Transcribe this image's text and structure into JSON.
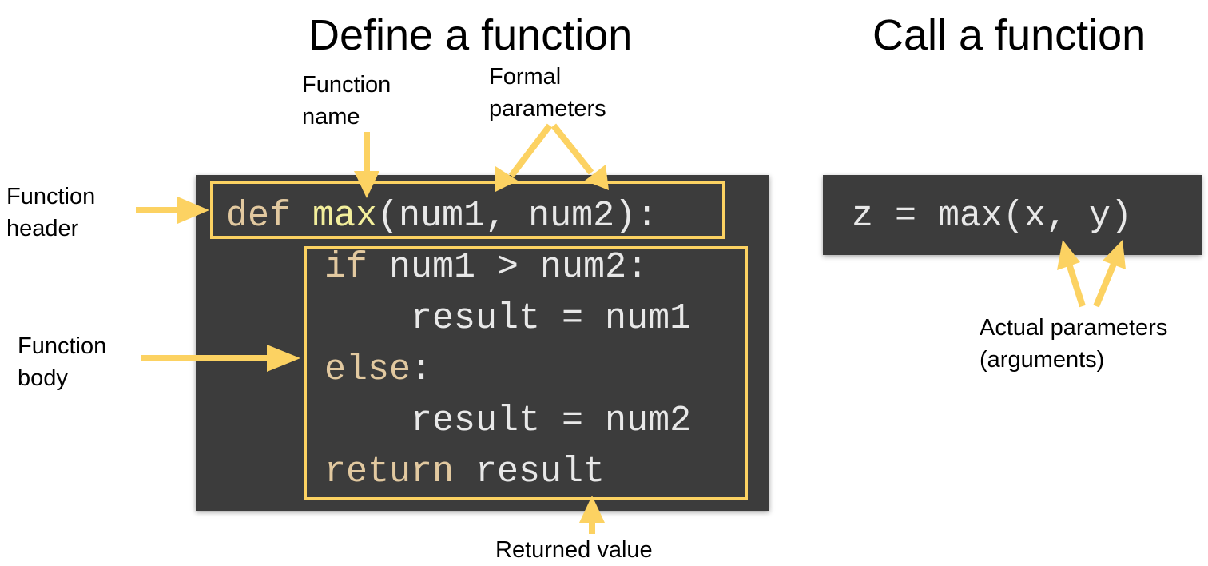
{
  "titles": {
    "define": "Define a function",
    "call": "Call a function"
  },
  "labels": {
    "function_name": [
      "Function",
      "name"
    ],
    "formal_parameters": [
      "Formal",
      "parameters"
    ],
    "function_header": [
      "Function",
      "header"
    ],
    "function_body": [
      "Function",
      "body"
    ],
    "returned_value": "Returned value",
    "actual_parameters": [
      "Actual parameters",
      "(arguments)"
    ]
  },
  "code": {
    "header": {
      "def": "def",
      "name": "max",
      "params": "(num1, num2):"
    },
    "body": {
      "if_kw": "if",
      "if_rest": " num1 > num2:",
      "assign1": "    result = num1",
      "else_kw": "else",
      "else_colon": ":",
      "assign2": "    result = num2",
      "return_kw": "return",
      "return_rest": " result"
    },
    "call": "z = max(x, y)"
  },
  "colors": {
    "highlight": "#fcd262",
    "panel": "#3c3c3c",
    "keyword": "#e2c9a0",
    "function_name": "#f3ef9c",
    "code_text": "#e8e8e8"
  },
  "icons": [
    "arrow-icon"
  ]
}
